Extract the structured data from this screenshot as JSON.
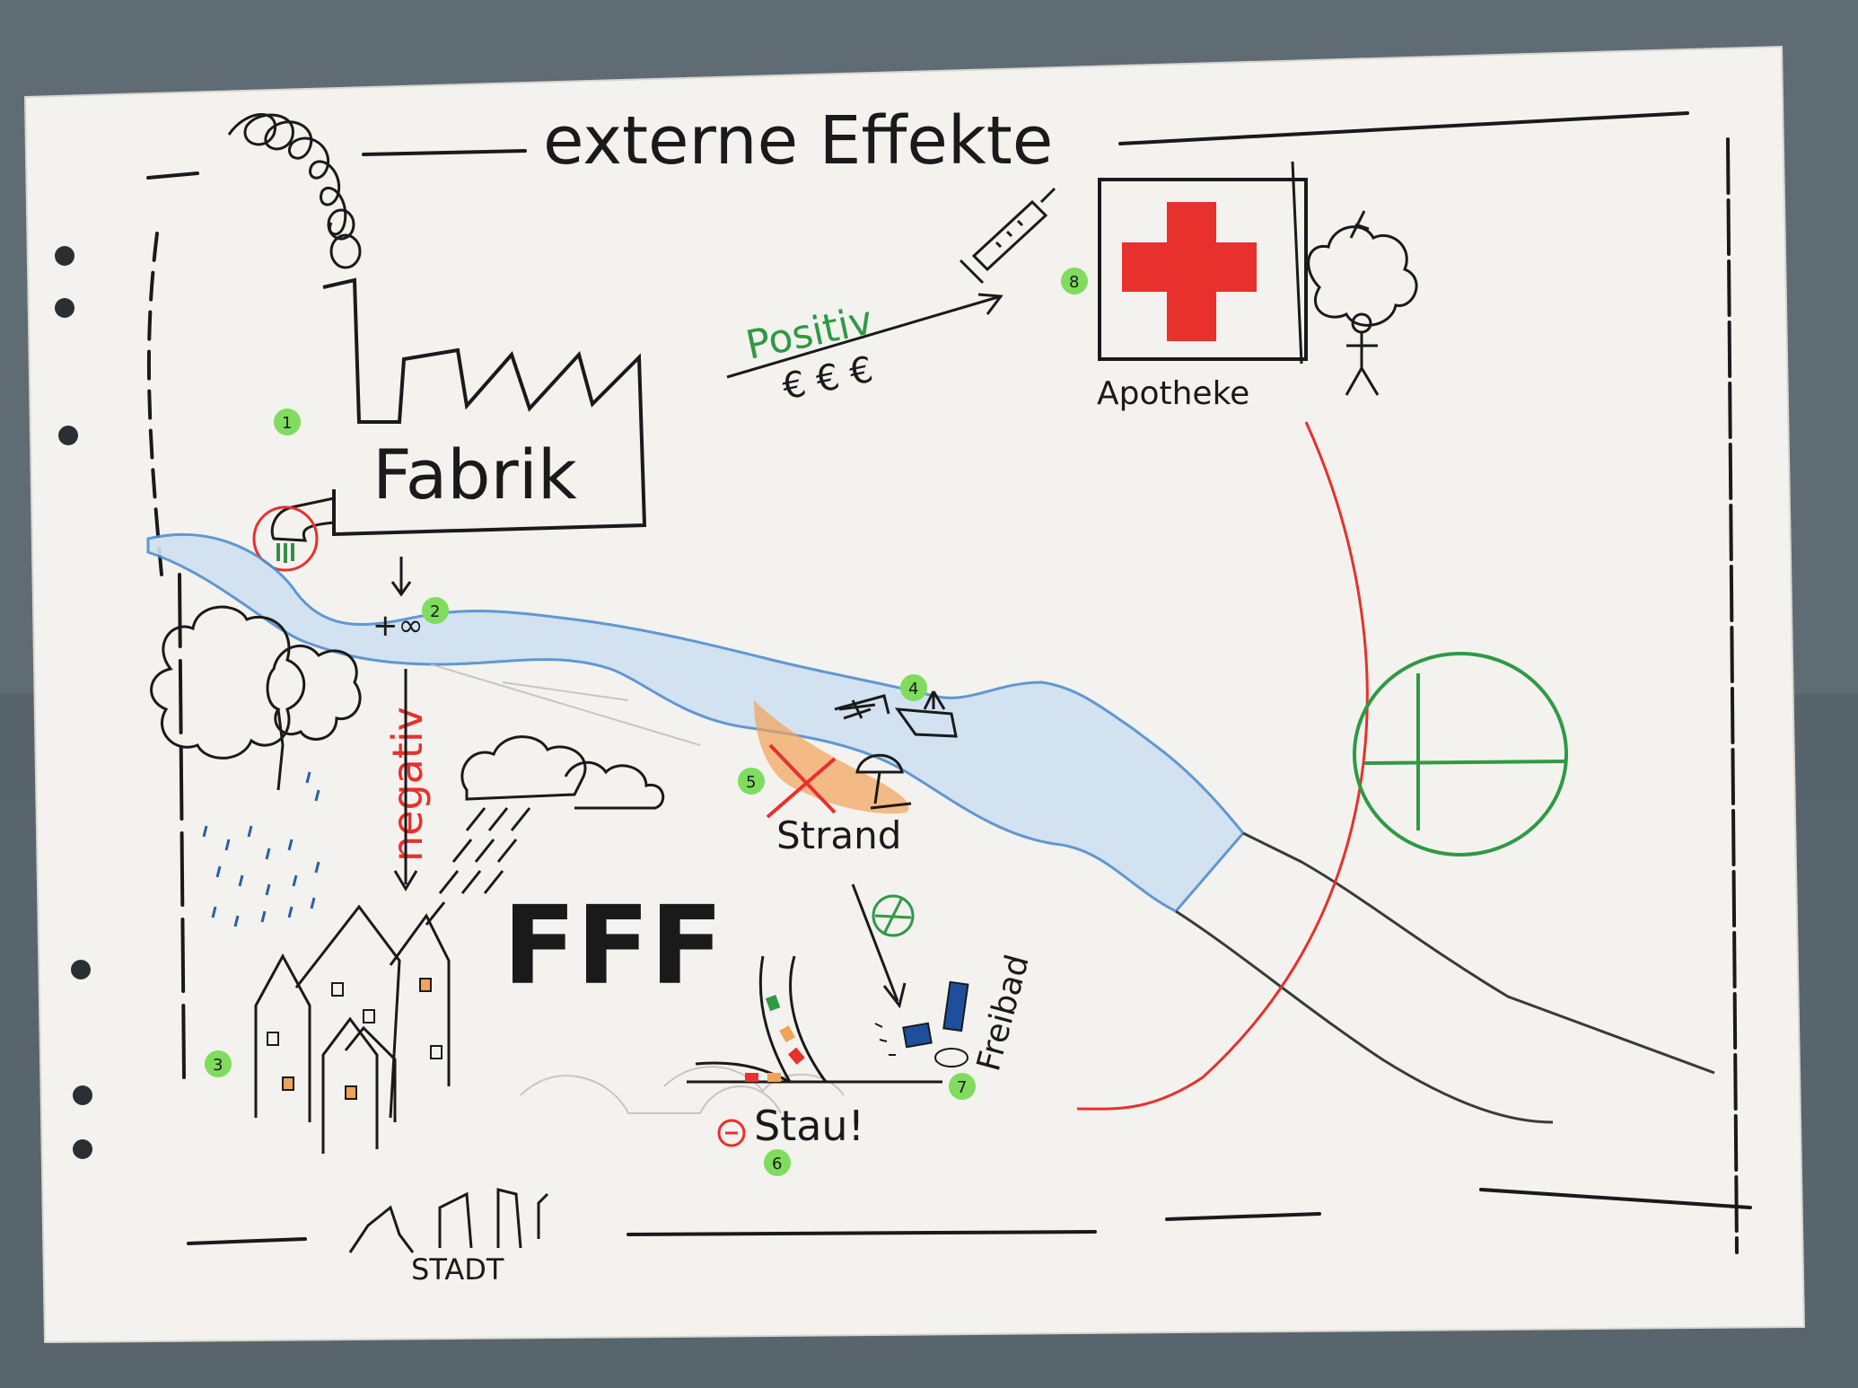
{
  "title": {
    "text": "externe Effekte"
  },
  "labels": {
    "factory": "Fabrik",
    "positive": "Positiv",
    "euros": "€ € €",
    "pharmacy": "Apotheke",
    "negative": "negativ",
    "infinity": "+∞",
    "beach": "Strand",
    "jam": "Stau!",
    "pool": "Freibad",
    "city": "STADT",
    "letters": "FFF"
  },
  "markers": [
    "1",
    "2",
    "3",
    "4",
    "5",
    "6",
    "7",
    "8"
  ],
  "colors": {
    "background": "#5d6a72",
    "paper": "#f3f2ee",
    "ink": "#1a1a1a",
    "river": "#4f8fd0",
    "marker_green": "#7fdc5e",
    "red": "#e8302c",
    "green": "#2e9a44",
    "orange": "#f2a25a"
  }
}
